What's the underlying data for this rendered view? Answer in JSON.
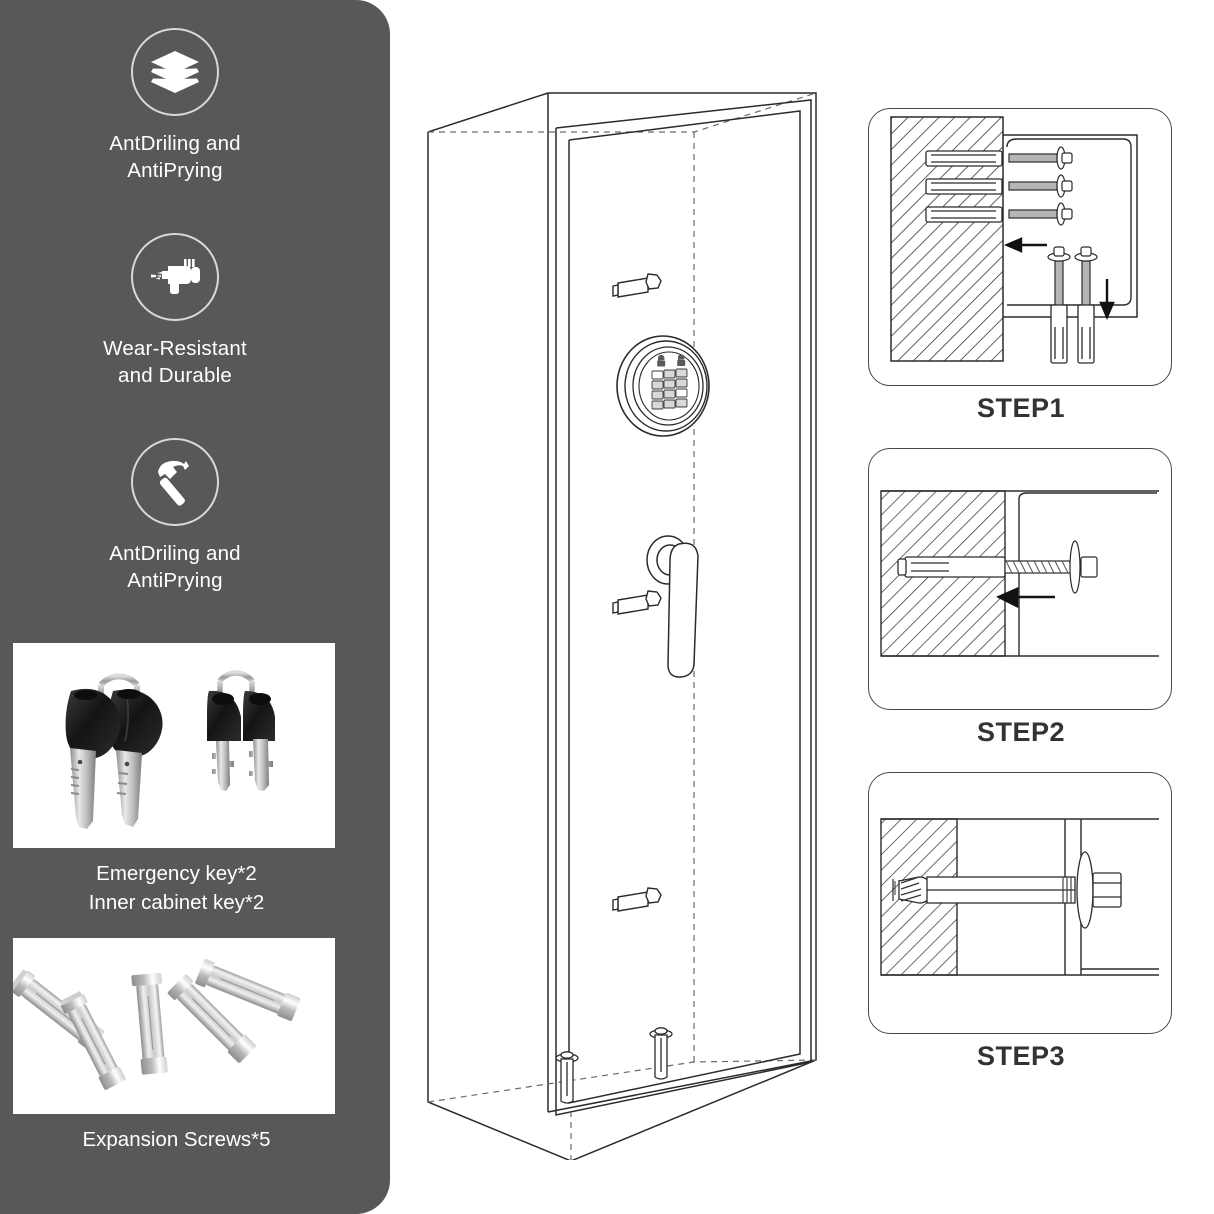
{
  "sidebar": {
    "background_color": "#58585a",
    "features": [
      {
        "icon": "layers-icon",
        "caption": "AntDriling and\nAntiPrying"
      },
      {
        "icon": "drill-icon",
        "caption": "Wear-Resistant\nand Durable"
      },
      {
        "icon": "hammer-icon",
        "caption": "AntDriling and\nAntiPrying"
      }
    ],
    "photos": [
      {
        "image": "emergency-keys-photo",
        "caption": "Emergency key*2\nInner cabinet key*2"
      },
      {
        "image": "expansion-screws-photo",
        "caption": "Expansion Screws*5"
      }
    ]
  },
  "product": {
    "name": "safe-cabinet-diagram",
    "parts": {
      "keypad": "electronic-keypad-lock",
      "handle": "door-handle",
      "bolts": "mounting-bolts"
    },
    "keypad_rows": 4,
    "keypad_cols": 3,
    "keypad_indicator_icons": [
      "lock-indicator",
      "lock-indicator"
    ]
  },
  "steps": [
    {
      "label": "STEP1",
      "illustration": "wall-anchors-insertion"
    },
    {
      "label": "STEP2",
      "illustration": "bolt-into-anchor"
    },
    {
      "label": "STEP3",
      "illustration": "bolt-fully-tightened"
    }
  ],
  "colors": {
    "sidebar": "#58585a",
    "text_on_dark": "#ffffff",
    "line": "#333333",
    "hatch": "#444444"
  }
}
